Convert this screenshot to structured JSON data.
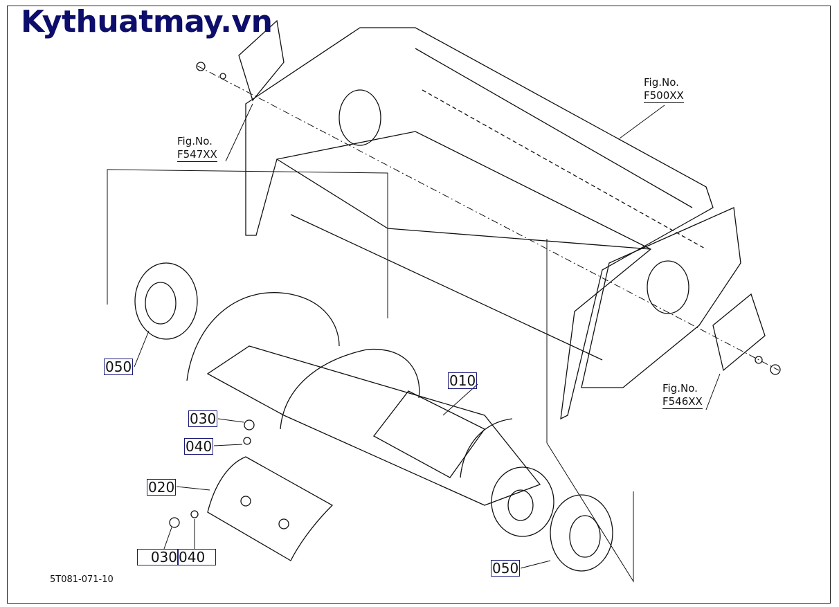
{
  "logo": {
    "text": "Kythuatmay.vn"
  },
  "drawing_number": "5T081-071-10",
  "figure_refs": [
    {
      "label": "Fig.No.",
      "code": "F547XX"
    },
    {
      "label": "Fig.No.",
      "code": "F500XX"
    },
    {
      "label": "Fig.No.",
      "code": "F546XX"
    }
  ],
  "callouts": {
    "left_plate": "050",
    "auger": "010",
    "bolt_top": "030",
    "washer_top": "040",
    "cover": "020",
    "bolt_bottom": "030",
    "washer_bottom": "040",
    "right_plate": "050"
  },
  "colors": {
    "logo": "#0d0d6b",
    "callout_border": "#1a1a7a"
  }
}
